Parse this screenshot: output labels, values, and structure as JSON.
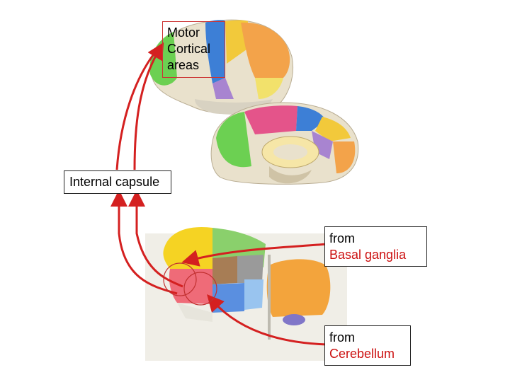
{
  "labels": {
    "motor_cortical": [
      "Motor",
      "Cortical",
      "areas"
    ],
    "internal_capsule": "Internal capsule",
    "basal_ganglia": {
      "prefix": "from",
      "name": "Basal ganglia"
    },
    "cerebellum": {
      "prefix": "from",
      "name": "Cerebellum"
    }
  },
  "colors": {
    "arrow": "#d42020",
    "box_border": "#222222",
    "highlight_text": "#cc1111"
  }
}
